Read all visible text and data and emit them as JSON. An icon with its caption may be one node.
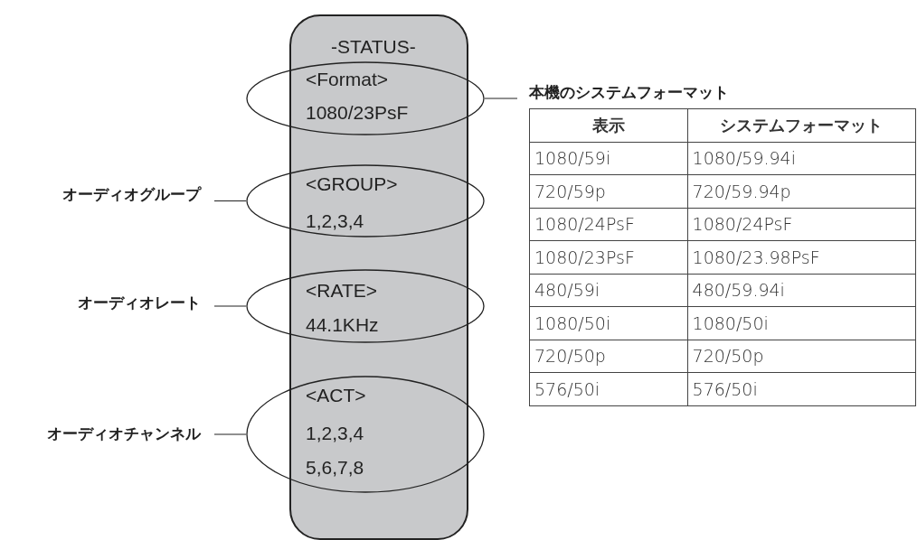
{
  "diagram": {
    "nodes": [
      {
        "text": [
          "-STATUS-"
        ]
      },
      {
        "text": [
          "<Format>",
          "1080/23PsF"
        ]
      },
      {
        "text": [
          "<GROUP>",
          "1,2,3,4"
        ]
      },
      {
        "text": [
          "<RATE>",
          "44.1KHz"
        ]
      },
      {
        "text": [
          "<ACT>",
          "1,2,3,4",
          "5,6,7,8"
        ]
      },
      {
        "text": [
          "本機のシステムフォーマット"
        ]
      },
      {
        "text": [
          "オーディオグループ"
        ]
      },
      {
        "text": [
          "オーディオレート"
        ]
      },
      {
        "text": [
          "オーディオチャンネル"
        ]
      }
    ],
    "edges": [
      {
        "from": 1,
        "to": 5,
        "arrow": "none"
      },
      {
        "from": 6,
        "to": 2,
        "arrow": "none"
      },
      {
        "from": 7,
        "to": 3,
        "arrow": "none"
      },
      {
        "from": 8,
        "to": 4,
        "arrow": "none"
      }
    ],
    "labels": [
      "表示",
      "システムフォーマット",
      "1080/59i",
      "1080/59.94i",
      "720/59p",
      "720/59.94p",
      "1080/24PsF",
      "1080/24PsF",
      "1080/23PsF",
      "1080/23.98PsF",
      "480/59i",
      "480/59.94i",
      "1080/50i",
      "1080/50i",
      "720/50p",
      "720/50p",
      "576/50i",
      "576/50i"
    ]
  }
}
